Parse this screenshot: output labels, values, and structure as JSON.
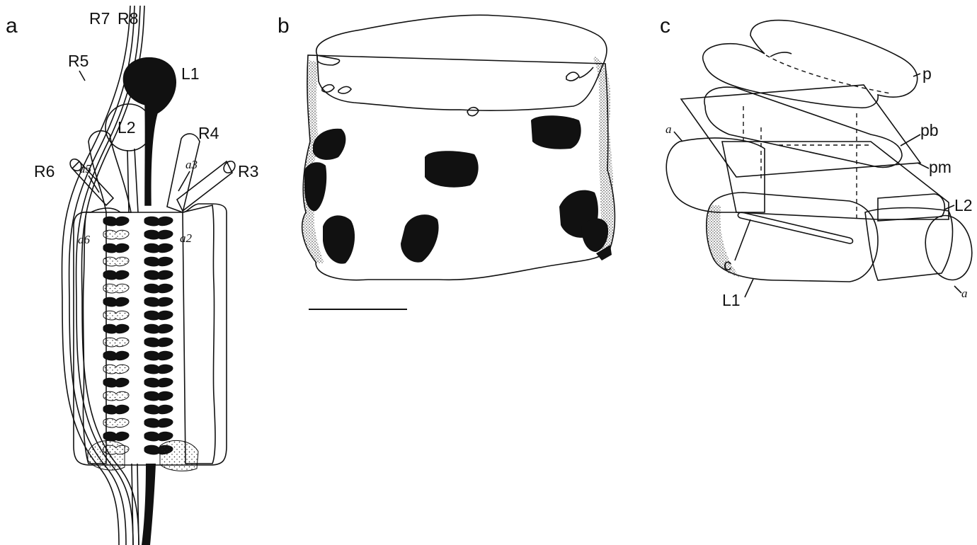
{
  "panels": {
    "a": {
      "label": "a",
      "labels": {
        "R7": "R7",
        "R8": "R8",
        "R5": "R5",
        "L1": "L1",
        "L2": "L2",
        "R4": "R4",
        "R6": "R6",
        "R3": "R3",
        "a5": "a5",
        "a3": "a3",
        "a6": "a6",
        "a2": "a2"
      }
    },
    "b": {
      "label": "b"
    },
    "c": {
      "label": "c",
      "labels": {
        "p": "p",
        "a_top": "a",
        "pb": "pb",
        "pm": "pm",
        "L2": "L2",
        "c": "c",
        "L1": "L1",
        "a_bottom": "a"
      }
    }
  },
  "colors": {
    "ink": "#111111",
    "paper": "#ffffff"
  }
}
